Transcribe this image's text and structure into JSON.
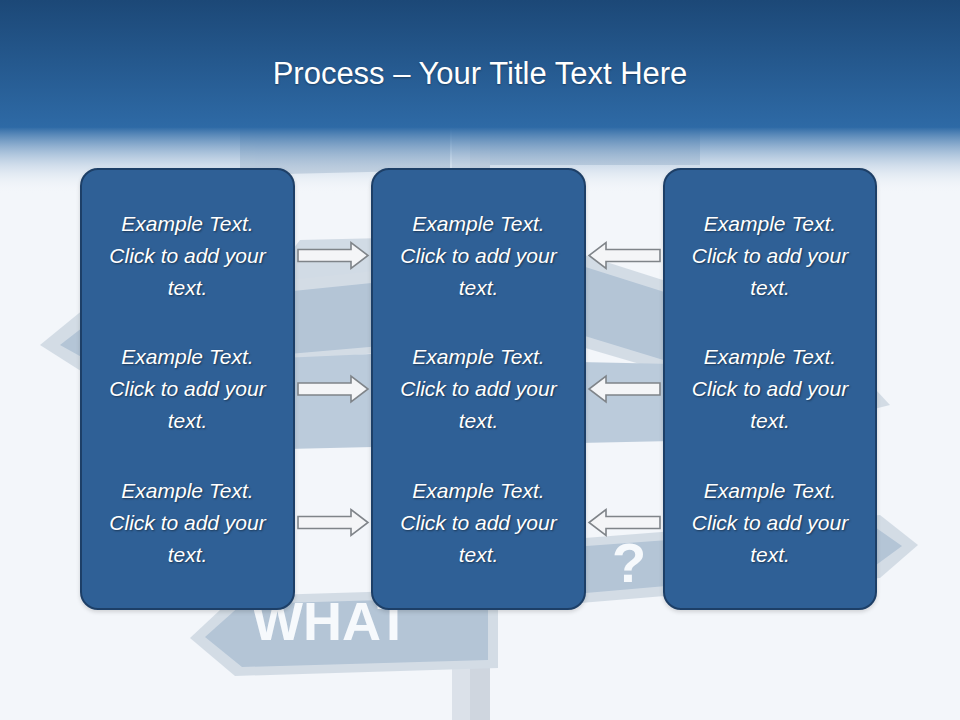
{
  "diagram": {
    "title": "Process – Your Title Text Here",
    "nodes": [
      {
        "text": [
          "Example Text. Click to add your text.",
          "Example Text. Click to add your text.",
          "Example Text. Click to add your text."
        ]
      },
      {
        "text": [
          "Example Text. Click to add your text.",
          "Example Text. Click to add your text.",
          "Example Text. Click to add your text."
        ]
      },
      {
        "text": [
          "Example Text. Click to add your text.",
          "Example Text. Click to add your text.",
          "Example Text. Click to add your text."
        ]
      }
    ],
    "edges": [
      {
        "from": 0,
        "to": 1,
        "arrow": "to"
      },
      {
        "from": 0,
        "to": 1,
        "arrow": "to"
      },
      {
        "from": 0,
        "to": 1,
        "arrow": "to"
      },
      {
        "from": 2,
        "to": 1,
        "arrow": "to"
      },
      {
        "from": 2,
        "to": 1,
        "arrow": "to"
      },
      {
        "from": 2,
        "to": 1,
        "arrow": "to"
      }
    ],
    "labels": [
      "WHAT",
      "?"
    ]
  }
}
